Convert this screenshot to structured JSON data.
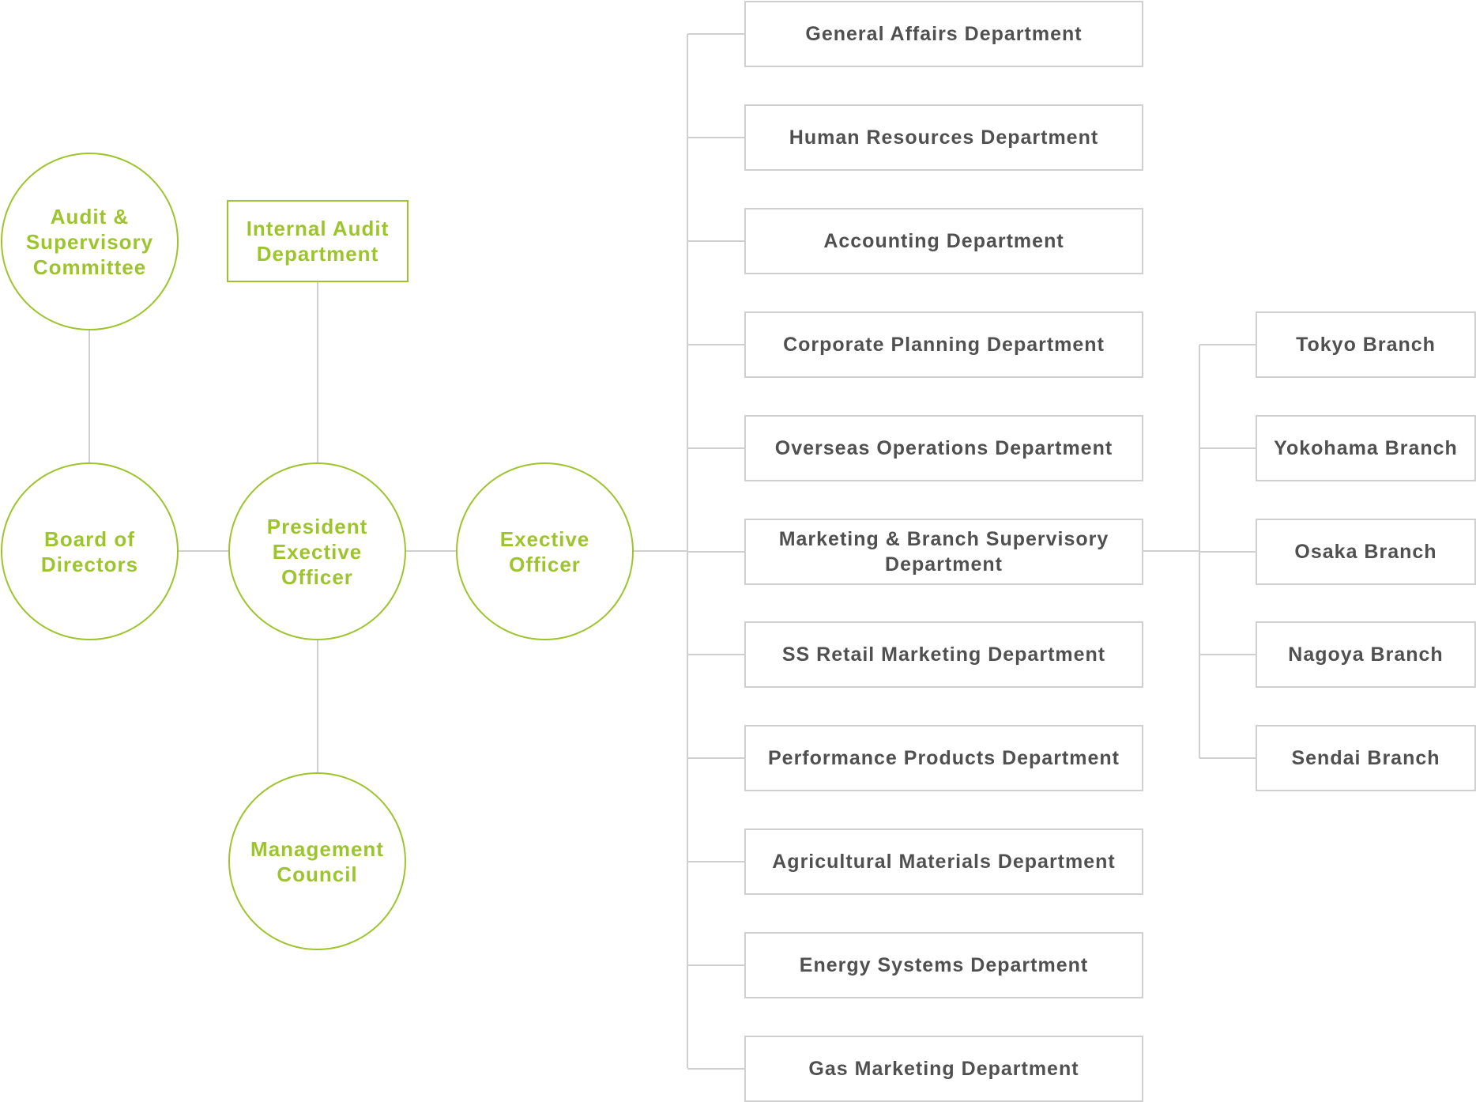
{
  "governance": {
    "audit_committee": "Audit & Supervisory Committee",
    "internal_audit": "Internal Audit Department",
    "board": "Board of Directors",
    "president": "President Exective Officer",
    "executive": "Exective Officer",
    "management_council": "Management Council"
  },
  "departments": [
    "General Affairs Department",
    "Human Resources Department",
    "Accounting Department",
    "Corporate Planning Department",
    "Overseas Operations Department",
    "Marketing & Branch Supervisory Department",
    "SS Retail Marketing Department",
    "Performance Products Department",
    "Agricultural Materials Department",
    "Energy Systems Department",
    "Gas Marketing Department"
  ],
  "branches": [
    "Tokyo Branch",
    "Yokohama Branch",
    "Osaka Branch",
    "Nagoya Branch",
    "Sendai Branch"
  ],
  "colors": {
    "accent": "#9dc52b",
    "line": "#d0d0d0",
    "text": "#505050"
  }
}
